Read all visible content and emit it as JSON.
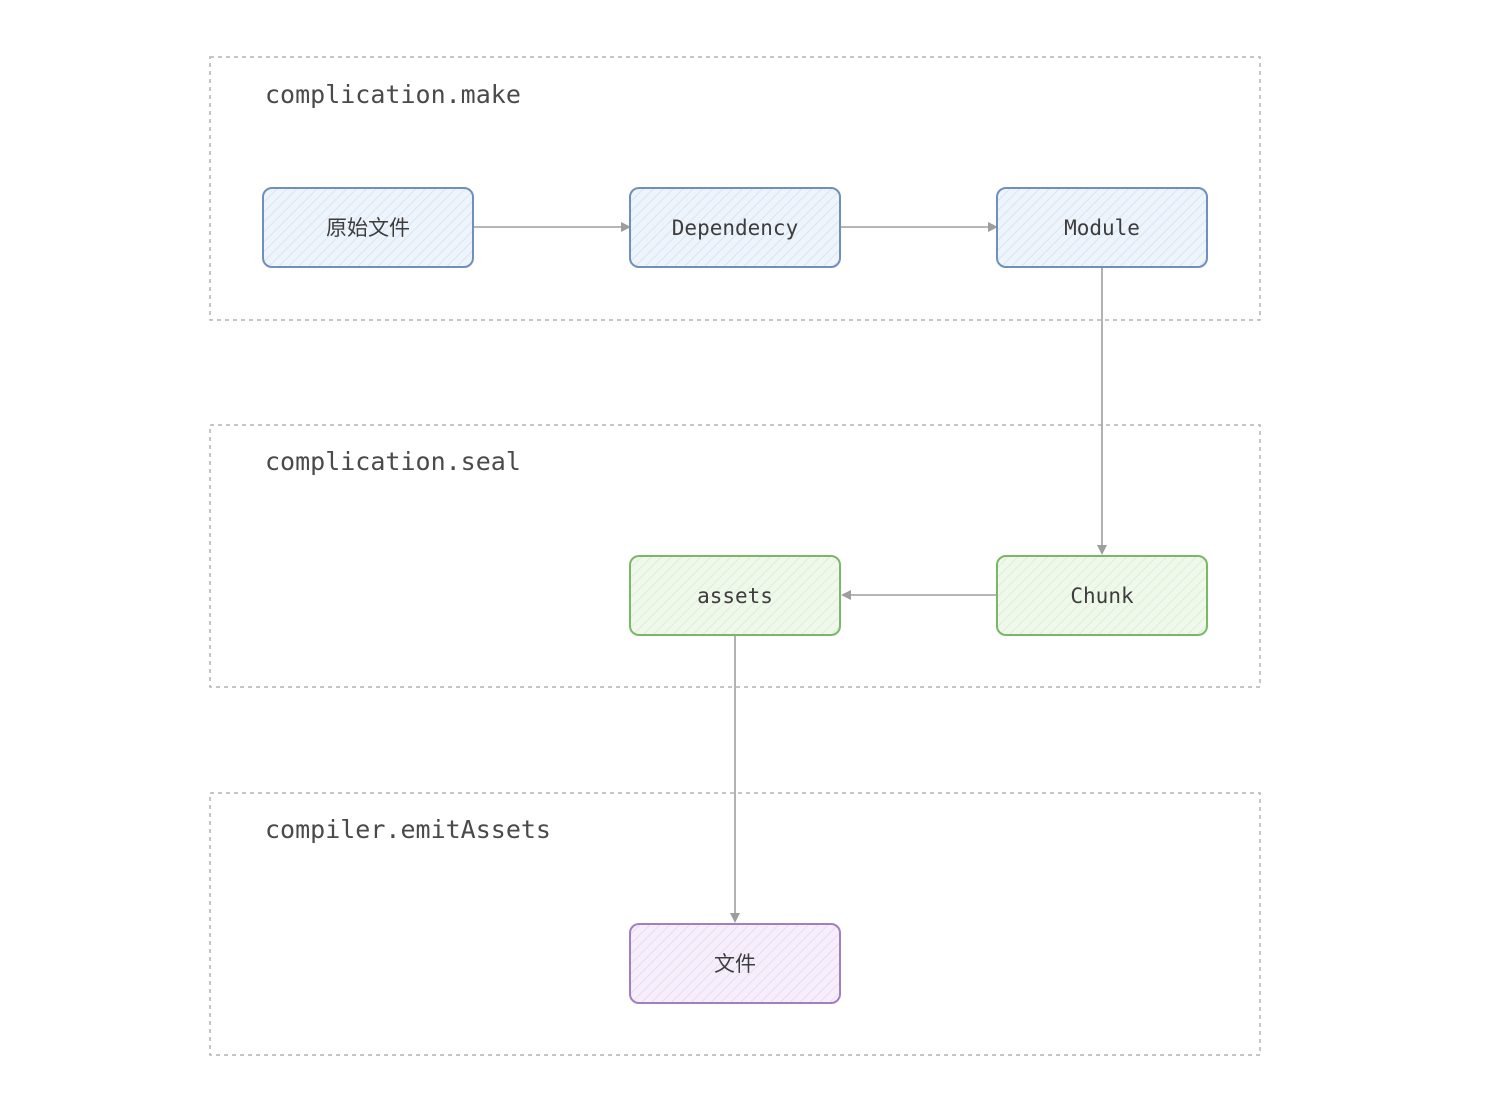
{
  "colors": {
    "blue_stroke": "#6f8fbf",
    "blue_fill": "#eef4fb",
    "green_stroke": "#79b866",
    "green_fill": "#f0f8ec",
    "purple_stroke": "#a07fc2",
    "purple_fill": "#f6effb",
    "edge": "#9e9e9e",
    "stage_border": "#b3b3b3"
  },
  "stages": [
    {
      "id": "make",
      "title": "complication.make"
    },
    {
      "id": "seal",
      "title": "complication.seal"
    },
    {
      "id": "emit",
      "title": "compiler.emitAssets"
    }
  ],
  "nodes": [
    {
      "id": "source",
      "label": "原始文件",
      "color": "blue",
      "stage": "make"
    },
    {
      "id": "dependency",
      "label": "Dependency",
      "color": "blue",
      "stage": "make"
    },
    {
      "id": "module",
      "label": "Module",
      "color": "blue",
      "stage": "make"
    },
    {
      "id": "chunk",
      "label": "Chunk",
      "color": "green",
      "stage": "seal"
    },
    {
      "id": "assets",
      "label": "assets",
      "color": "green",
      "stage": "seal"
    },
    {
      "id": "file",
      "label": "文件",
      "color": "purple",
      "stage": "emit"
    }
  ],
  "edges": [
    {
      "from": "source",
      "to": "dependency"
    },
    {
      "from": "dependency",
      "to": "module"
    },
    {
      "from": "module",
      "to": "chunk"
    },
    {
      "from": "chunk",
      "to": "assets"
    },
    {
      "from": "assets",
      "to": "file"
    }
  ]
}
